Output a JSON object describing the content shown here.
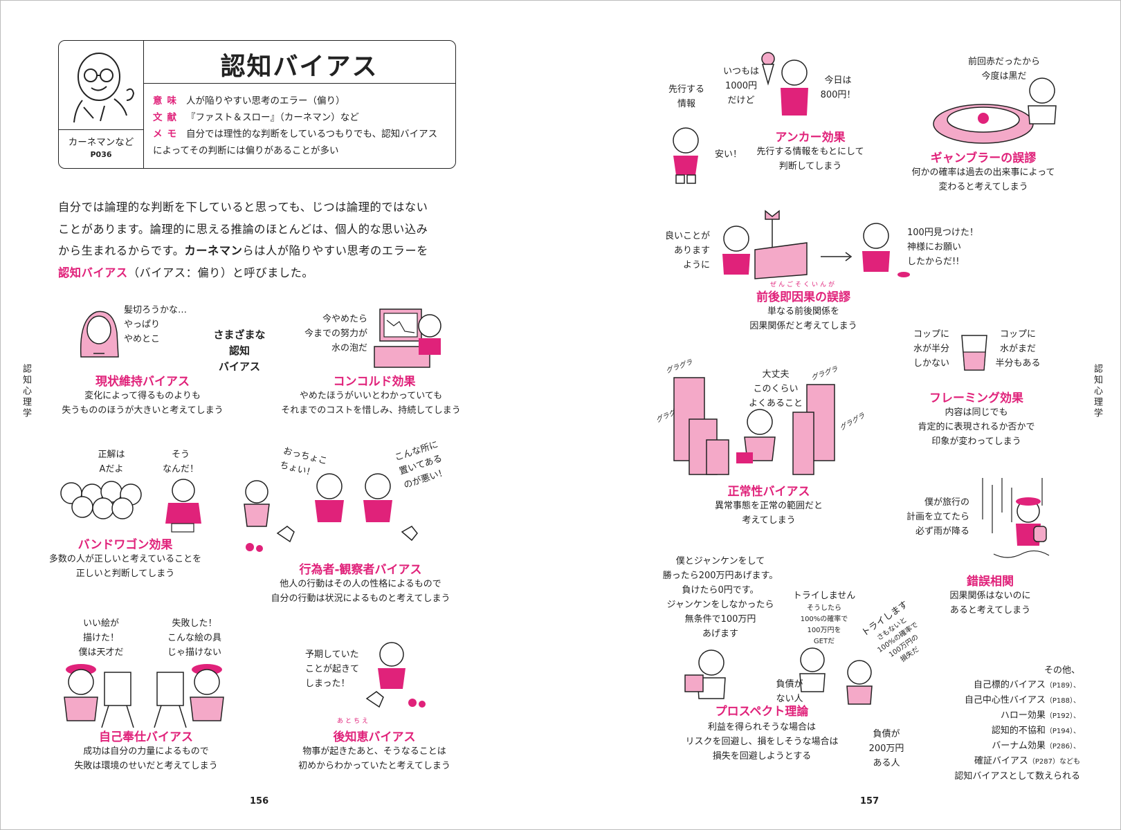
{
  "header": {
    "title": "認知バイアス",
    "meaning_key": "意味",
    "meaning": "人が陥りやすい思考のエラー（偏り）",
    "reference_key": "文献",
    "reference": "『ファスト＆スロー』（カーネマン）など",
    "memo_key": "メモ",
    "memo_line1": "自分では理性的な判断をしているつもりでも、認知バイアス",
    "memo_line2": "によってその判断には偏りがあることが多い",
    "person": "カーネマンなど",
    "person_page": "P036"
  },
  "body": {
    "line1": "自分では論理的な判断を下していると思っても、じつは論理的ではない",
    "line2": "ことがあります。論理的に思える推論のほとんどは、個人的な思い込み",
    "line3a": "から生まれるからです。",
    "line3b": "カーネマン",
    "line3c": "らは人が陥りやすい思考のエラーを",
    "line4a": "認知バイアス",
    "line4b": "（バイアス：偏り）と呼びました。"
  },
  "center_label": {
    "l1": "さまざまな",
    "l2": "認知",
    "l3": "バイアス"
  },
  "left_items": {
    "status_quo": {
      "title": "現状維持バイアス",
      "d1": "変化によって得るものよりも",
      "d2": "失うもののほうが大きいと考えてしまう",
      "b1": "髪切ろうかな…",
      "b2": "やっぱり",
      "b3": "やめとこ"
    },
    "concorde": {
      "title": "コンコルド効果",
      "d1": "やめたほうがいいとわかっていても",
      "d2": "それまでのコストを惜しみ、持続してしまう",
      "b1": "今やめたら",
      "b2": "今までの努力が",
      "b3": "水の泡だ"
    },
    "bandwagon": {
      "title": "バンドワゴン効果",
      "d1": "多数の人が正しいと考えていることを",
      "d2": "正しいと判断してしまう",
      "b1": "正解は",
      "b2": "Aだよ",
      "b3": "そう",
      "b4": "なんだ！"
    },
    "actor_observer": {
      "title": "行為者-観察者バイアス",
      "d1": "他人の行動はその人の性格によるもので",
      "d2": "自分の行動は状況によるものと考えてしまう",
      "b1": "おっちょこ",
      "b2": "ちょい！",
      "b3": "こんな所に",
      "b4": "置いてある",
      "b5": "のが悪い！"
    },
    "self_serving": {
      "title": "自己奉仕バイアス",
      "d1": "成功は自分の力量によるもので",
      "d2": "失敗は環境のせいだと考えてしまう",
      "b1": "いい絵が",
      "b2": "描けた！",
      "b3": "僕は天才だ",
      "b4": "失敗した！",
      "b5": "こんな絵の具",
      "b6": "じゃ描けない"
    },
    "hindsight": {
      "title": "後知恵バイアス",
      "ruby": "あとちえ",
      "d1": "物事が起きたあと、そうなることは",
      "d2": "初めからわかっていたと考えてしまう",
      "b1": "予期していた",
      "b2": "ことが起きて",
      "b3": "しまった！"
    }
  },
  "right_items": {
    "anchor": {
      "title": "アンカー効果",
      "d1": "先行する情報をもとにして",
      "d2": "判断してしまう",
      "b1": "先行する",
      "b2": "情報",
      "b3": "いつもは",
      "b4": "1000円",
      "b5": "だけど",
      "b6": "今日は",
      "b7": "800円！",
      "b8": "安い！"
    },
    "gambler": {
      "title": "ギャンブラーの誤謬",
      "d1": "何かの確率は過去の出来事によって",
      "d2": "変わると考えてしまう",
      "b1": "前回赤だったから",
      "b2": "今度は黒だ"
    },
    "post_hoc": {
      "title": "前後即因果の誤謬",
      "ruby": "ぜんごそくいんが",
      "d1": "単なる前後関係を",
      "d2": "因果関係だと考えてしまう",
      "b1": "良いことが",
      "b2": "あります",
      "b3": "ように",
      "b4": "100円見つけた！",
      "b5": "神様にお願い",
      "b6": "したからだ!!"
    },
    "framing": {
      "title": "フレーミング効果",
      "d1": "内容は同じでも",
      "d2": "肯定的に表現されるか否かで",
      "d3": "印象が変わってしまう",
      "b1": "コップに",
      "b2": "水が半分",
      "b3": "しかない",
      "b4": "コップに",
      "b5": "水がまだ",
      "b6": "半分もある"
    },
    "normalcy": {
      "title": "正常性バイアス",
      "d1": "異常事態を正常の範囲だと",
      "d2": "考えてしまう",
      "b1": "大丈夫",
      "b2": "このくらい",
      "b3": "よくあること",
      "g": "グラグラ"
    },
    "illusory": {
      "title": "錯誤相関",
      "d1": "因果関係はないのに",
      "d2": "あると考えてしまう",
      "b1": "僕が旅行の",
      "b2": "計画を立てたら",
      "b3": "必ず雨が降る"
    },
    "prospect": {
      "title": "プロスペクト理論",
      "d1": "利益を得られそうな場合は",
      "d2": "リスクを回避し、損をしそうな場合は",
      "d3": "損失を回避しようとする",
      "b1": "僕とジャンケンをして",
      "b2": "勝ったら200万円あげます。",
      "b3": "負けたら0円です。",
      "b4": "ジャンケンをしなかったら",
      "b5": "無条件で100万円",
      "b6": "あげます",
      "c1": "トライしません",
      "c2": "そうしたら",
      "c3": "100%の確率で",
      "c4": "100万円を",
      "c5": "GETだ",
      "e1": "トライします",
      "e2": "さもないと",
      "e3": "100%の確率で",
      "e4": "100万円の",
      "e5": "損失だ",
      "f1": "負債が",
      "f2": "ない人",
      "g1": "負債が",
      "g2": "200万円",
      "g3": "ある人"
    },
    "others": {
      "o1": "その他、",
      "o2": "自己標的バイアス",
      "o2p": "（P189）、",
      "o3": "自己中心性バイアス",
      "o3p": "（P188）、",
      "o4": "ハロー効果",
      "o4p": "（P192）、",
      "o5": "認知的不協和",
      "o5p": "（P194）、",
      "o6": "バーナム効果",
      "o6p": "（P286）、",
      "o7": "確証バイアス",
      "o7p": "（P287）なども",
      "o8": "認知バイアスとして数えられる"
    }
  },
  "side_label": "認知心理学",
  "page_left": "156",
  "page_right": "157",
  "colors": {
    "accent": "#e0227a",
    "fill": "#f4a9c8"
  }
}
